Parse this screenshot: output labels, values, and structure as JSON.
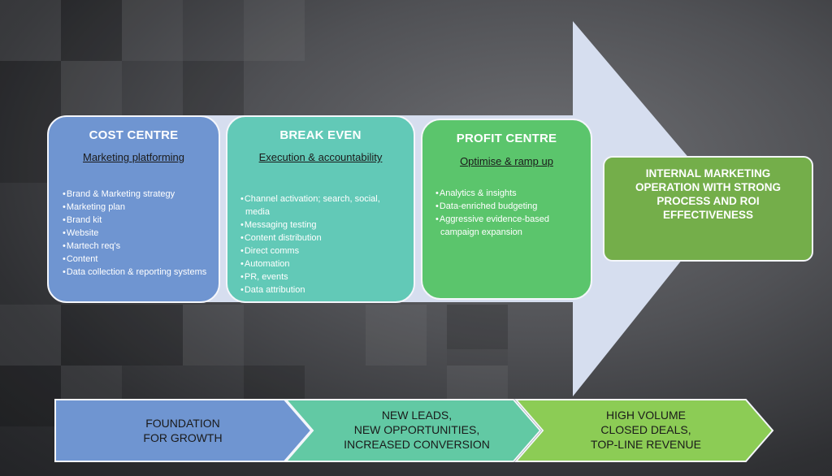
{
  "background": {
    "accent_dark": "#2f3033",
    "accent_light": "#6e6f73"
  },
  "big_arrow": {
    "color": "#d6deef"
  },
  "cards": [
    {
      "title": "COST CENTRE",
      "subtitle": "Marketing platforming",
      "color": "#6f95d1",
      "items": [
        "Brand & Marketing strategy",
        "Marketing plan",
        "Brand kit",
        "Website",
        "Martech req's",
        "Content",
        "Data collection & reporting systems"
      ]
    },
    {
      "title": "BREAK EVEN",
      "subtitle": "Execution & accountability",
      "color": "#62c9b7",
      "items": [
        "Channel activation; search, social, media",
        "Messaging testing",
        "Content distribution",
        "Direct comms",
        "Automation",
        "PR, events",
        "Data attribution"
      ]
    },
    {
      "title": "PROFIT CENTRE",
      "subtitle": "Optimise & ramp up",
      "color": "#5bc56c",
      "items": [
        "Analytics & insights",
        "Data-enriched budgeting",
        "Aggressive evidence-based campaign expansion"
      ]
    }
  ],
  "outcome": {
    "lines": [
      "INTERNAL MARKETING",
      "OPERATION WITH STRONG",
      "PROCESS AND ROI",
      "EFFECTIVENESS"
    ],
    "color": "#74ae4a"
  },
  "chevrons": [
    {
      "lines": [
        "FOUNDATION",
        "FOR GROWTH"
      ],
      "color": "#6f95d1"
    },
    {
      "lines": [
        "NEW LEADS,",
        "NEW OPPORTUNITIES,",
        "INCREASED CONVERSION"
      ],
      "color": "#62c9a4"
    },
    {
      "lines": [
        "HIGH VOLUME",
        "CLOSED DEALS,",
        "TOP-LINE REVENUE"
      ],
      "color": "#8ccc55"
    }
  ]
}
